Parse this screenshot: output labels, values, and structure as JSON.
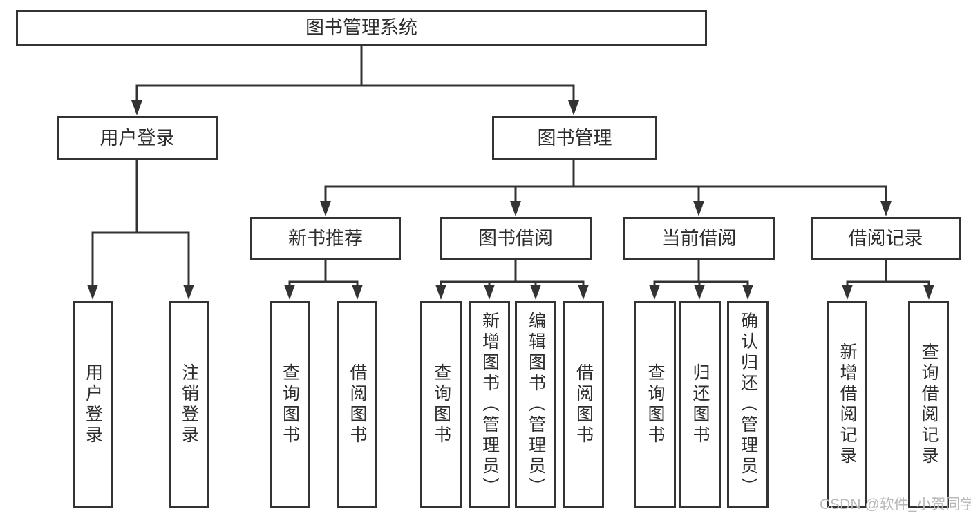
{
  "diagram": {
    "root": {
      "label": "图书管理系统"
    },
    "level2": [
      {
        "label": "用户登录",
        "children": [
          {
            "label": "用户登录"
          },
          {
            "label": "注销登录"
          }
        ]
      },
      {
        "label": "图书管理",
        "children": [
          {
            "label": "新书推荐",
            "children": [
              {
                "label": "查询图书"
              },
              {
                "label": "借阅图书"
              }
            ]
          },
          {
            "label": "图书借阅",
            "children": [
              {
                "label": "查询图书"
              },
              {
                "label": "新增图书（管理员）"
              },
              {
                "label": "编辑图书（管理员）"
              },
              {
                "label": "借阅图书"
              }
            ]
          },
          {
            "label": "当前借阅",
            "children": [
              {
                "label": "查询图书"
              },
              {
                "label": "归还图书"
              },
              {
                "label": "确认归还（管理员）"
              }
            ]
          },
          {
            "label": "借阅记录",
            "children": [
              {
                "label": "新增借阅记录"
              },
              {
                "label": "查询借阅记录"
              }
            ]
          }
        ]
      }
    ],
    "watermark": "CSDN @软件_小贺同学",
    "colors": {
      "line": "#333333",
      "box_border": "#333333",
      "text": "#2d2d2d",
      "watermark": "#b9b9b9",
      "background": "#ffffff"
    }
  }
}
